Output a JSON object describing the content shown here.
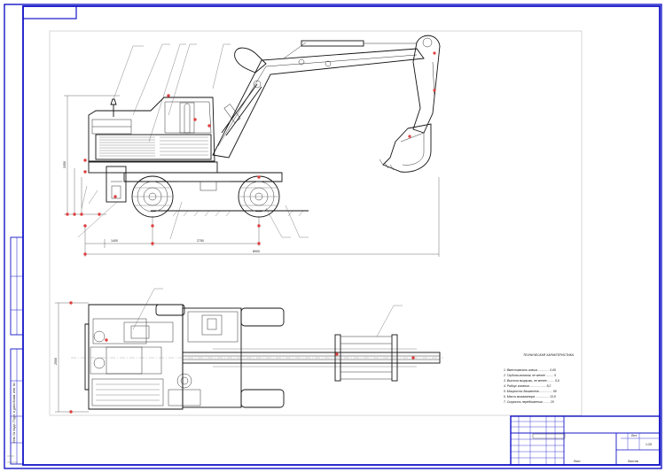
{
  "drawing": {
    "spec_title": "ТЕХНИЧЕСКАЯ ХАРАКТЕРИСТИКА",
    "spec_lines": [
      "1. Вместимость ковша ............. 0,65",
      "2. Глубина копания, не менее ......... 5",
      "3. Высота выгрузки, не менее ........ 5,6",
      "4. Радиус копания ................... 8,2",
      "5. Мощность двигателя ............... 59",
      "6. Масса экскаватора ................ 13,5",
      "7. Скорость передвижения ........ 20"
    ],
    "dimensions": {
      "height_left": "3350",
      "wheelbase": "2750",
      "front_overhang": "1400",
      "overall_length": "8900",
      "width": "2500"
    },
    "title_block": {
      "sheet_label": "Лист",
      "sheets_label": "Листов",
      "scale": "1:25"
    },
    "side_text": {
      "left_strip": "Инв. № подл.  Подп. и дата  Взам. инв. №"
    }
  }
}
